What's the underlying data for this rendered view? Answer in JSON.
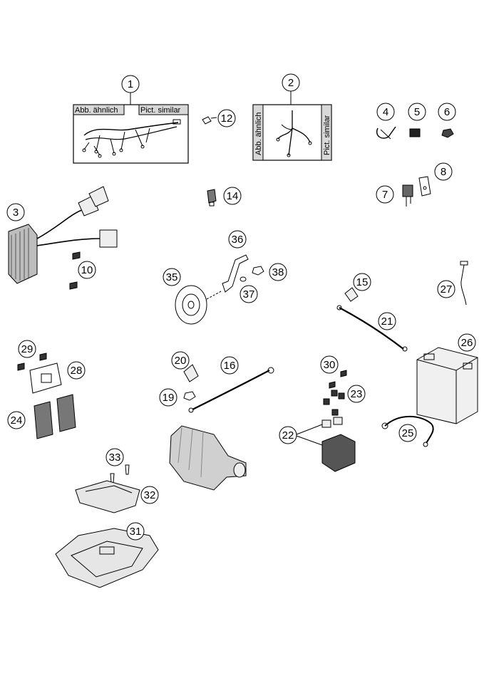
{
  "callouts": {
    "c1": "1",
    "c2": "2",
    "c3": "3",
    "c4": "4",
    "c5": "5",
    "c6": "6",
    "c7": "7",
    "c8": "8",
    "c10": "10",
    "c12": "12",
    "c14": "14",
    "c15": "15",
    "c16": "16",
    "c19": "19",
    "c20": "20",
    "c21": "21",
    "c22": "22",
    "c23": "23",
    "c24": "24",
    "c25": "25",
    "c26": "26",
    "c27": "27",
    "c28": "28",
    "c29": "29",
    "c30": "30",
    "c31": "31",
    "c32": "32",
    "c33": "33",
    "c35": "35",
    "c36": "36",
    "c37": "37",
    "c38": "38"
  },
  "box1": {
    "label_de": "Abb. ähnlich",
    "label_en": "Pict. similar"
  },
  "box2": {
    "label_de": "Abb. ähnlich",
    "label_en": "Pict. similar"
  }
}
